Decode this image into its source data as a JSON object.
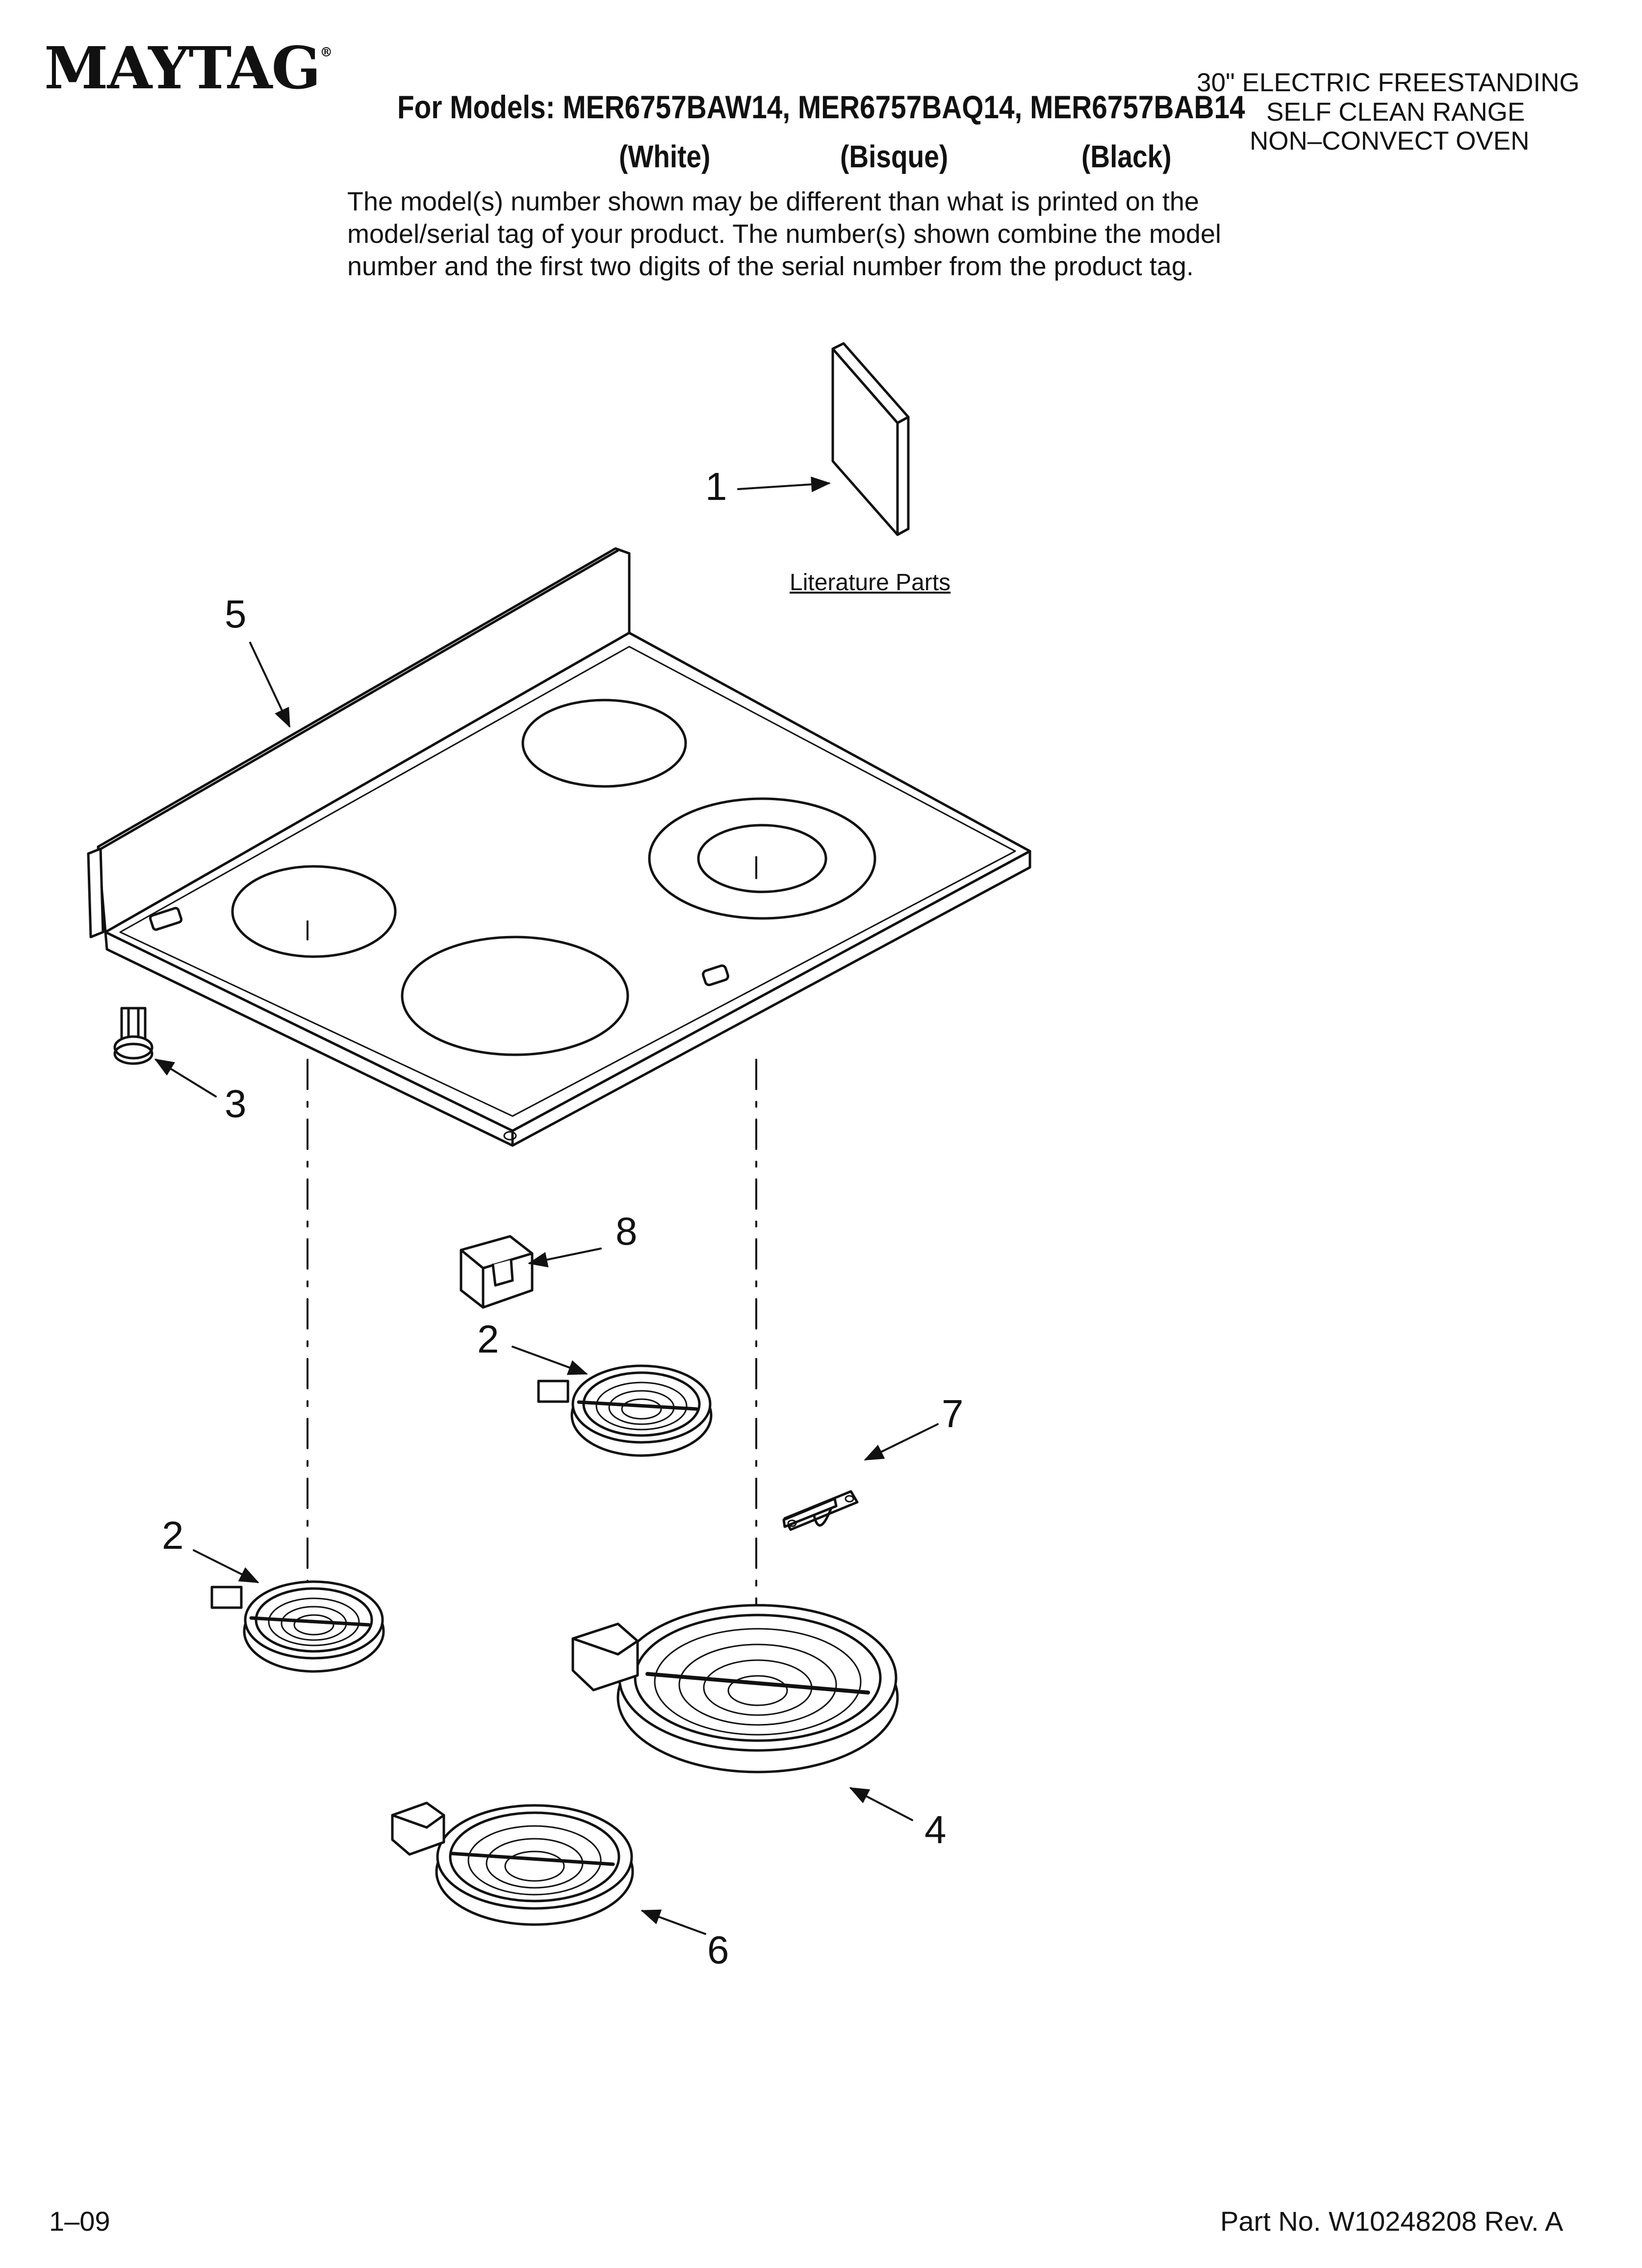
{
  "header": {
    "brand": "MAYTAG",
    "brand_mark": "®",
    "models_line": "For Models: MER6757BAW14, MER6757BAQ14, MER6757BAB14",
    "colors": [
      "(White)",
      "(Bisque)",
      "(Black)"
    ],
    "product_lines": [
      "30\" ELECTRIC FREESTANDING",
      "SELF CLEAN RANGE",
      "NON–CONVECT OVEN"
    ],
    "disclaimer_lines": [
      "The model(s) number shown may be different than what is printed on the",
      "model/serial tag of your product. The number(s) shown combine the model",
      "number and the first two digits of the serial number from the product tag."
    ]
  },
  "diagram": {
    "literature_label": "Literature Parts",
    "callouts": {
      "c1": "1",
      "c2a": "2",
      "c2b": "2",
      "c3": "3",
      "c4": "4",
      "c5": "5",
      "c6": "6",
      "c7": "7",
      "c8": "8"
    }
  },
  "footer": {
    "date_code": "1–09",
    "part_number": "Part No. W10248208 Rev. A"
  }
}
